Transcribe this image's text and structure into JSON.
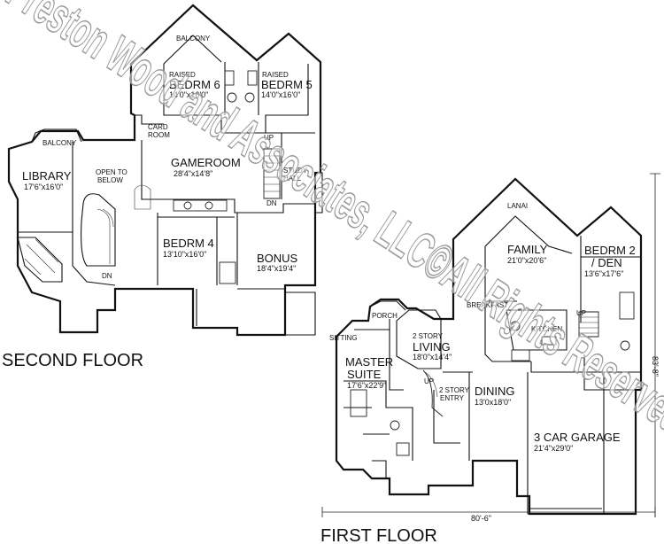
{
  "second_floor": {
    "title": "SECOND FLOOR",
    "rooms": {
      "balcony_top": "BALCONY",
      "raised_6": "RAISED",
      "bedrm6": "BEDRM 6",
      "bedrm6_dim": "14'0\"x16'0\"",
      "raised_5": "RAISED",
      "bedrm5": "BEDRM 5",
      "bedrm5_dim": "14'0\"x16'0\"",
      "card_room_1": "CARD",
      "card_room_2": "ROOM",
      "balcony_left": "BALCONY",
      "library": "LIBRARY",
      "library_dim": "17'6\"x16'0\"",
      "open_below_1": "OPEN TO",
      "open_below_2": "BELOW",
      "gameroom": "GAMEROOM",
      "gameroom_dim": "28'4\"x14'8\"",
      "study_hall_1": "STUDY",
      "study_hall_2": "HALL",
      "bedrm4": "BEDRM 4",
      "bedrm4_dim": "13'10\"x16'0\"",
      "bonus": "BONUS",
      "bonus_dim": "18'4\"x19'4\"",
      "up": "UP",
      "dn_1": "DN",
      "dn_2": "DN"
    }
  },
  "first_floor": {
    "title": "FIRST FLOOR",
    "rooms": {
      "lanai": "LANAI",
      "family": "FAMILY",
      "family_dim": "21'0\"x20'6\"",
      "bedrm2_1": "BEDRM 2",
      "bedrm2_2": "/ DEN",
      "bedrm2_dim": "13'6\"x17'6\"",
      "breakfast": "BREAKFAST",
      "kitchen": "KITCHEN",
      "porch": "PORCH",
      "sitting": "SITTING",
      "story_living_1": "2 STORY",
      "living": "LIVING",
      "living_dim": "18'0\"x14'4\"",
      "master_1": "MASTER",
      "master_2": "SUITE",
      "master_dim": "17'6\"x22'9\"",
      "up": "UP",
      "story_entry_1": "2 STORY",
      "story_entry_2": "ENTRY",
      "dining": "DINING",
      "dining_dim": "13'0x18'0\"",
      "garage": "3 CAR GARAGE",
      "garage_dim": "21'4\"x29'0\"",
      "up_2": "UP"
    },
    "dims": {
      "width": "80'-6\"",
      "depth": "83'-8\""
    }
  },
  "watermark": "Preston Wood and Associates, LLC©All Rights Reserved"
}
